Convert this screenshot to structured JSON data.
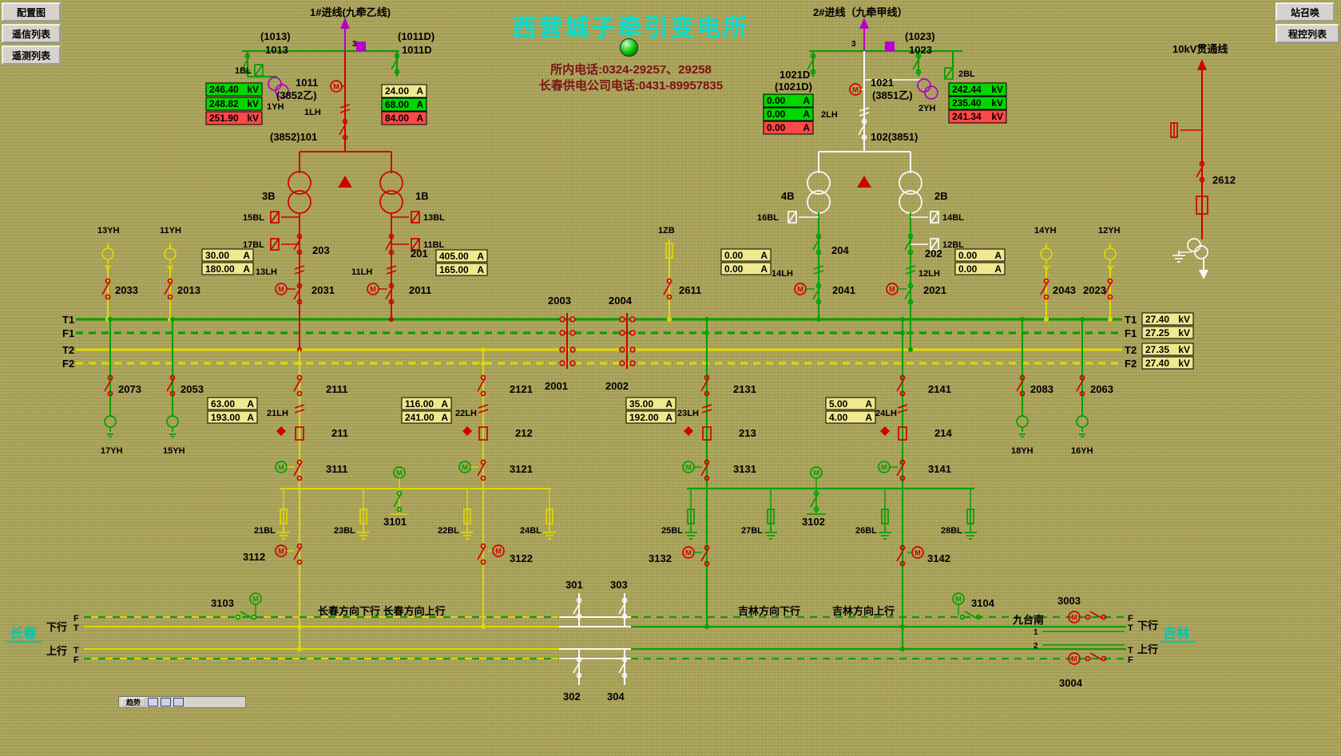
{
  "nav": {
    "config": "配置图",
    "telesignal_list": "遥信列表",
    "telemetry_list": "遥测列表",
    "station_call": "站召唤",
    "program_control_list": "程控列表",
    "trend": "趋势"
  },
  "header": {
    "title": "西营城子牵引变电所",
    "phone_internal": "所内电话:0324-29257、29258",
    "phone_company": "长春供电公司电话:0431-89957835"
  },
  "sym": {
    "m": "M"
  },
  "u": {
    "kv": "kV",
    "a": "A"
  },
  "in1": {
    "title": "1#进线(九牵乙线)",
    "num3": "3",
    "p1013": "(1013)",
    "n1013": "1013",
    "p1011d": "(1011D)",
    "n1011d": "1011D",
    "bl": "1BL",
    "yh": "1YH",
    "n1011": "1011",
    "p3852": "(3852乙)",
    "lh": "1LH",
    "brk": "(3852)101",
    "kv": [
      "246.40",
      "248.82",
      "251.90"
    ],
    "amp": [
      "24.00",
      "68.00",
      "84.00"
    ]
  },
  "in2": {
    "title": "2#进线（九牵甲线）",
    "num3": "3",
    "n1021d": "1021D",
    "p1021d": "(1021D)",
    "p1023": "(1023)",
    "n1023": "1023",
    "bl": "2BL",
    "yh": "2YH",
    "n1021": "1021",
    "p3851": "(3851乙)",
    "lh": "2LH",
    "brk": "102(3851)",
    "amp": [
      "0.00",
      "0.00",
      "0.00"
    ],
    "kv": [
      "242.44",
      "235.40",
      "241.34"
    ]
  },
  "tr1": {
    "t3b": "3B",
    "t1b": "1B",
    "bl15": "15BL",
    "bl17": "17BL",
    "bl13": "13BL",
    "bl11": "11BL",
    "b203": "203",
    "b201": "201",
    "amps203": [
      "30.00",
      "180.00"
    ],
    "lh13": "13LH",
    "amps201": [
      "405.00",
      "165.00"
    ],
    "lh11": "11LH",
    "d2031": "2031",
    "d2011": "2011",
    "yh13": "13YH",
    "yh11": "11YH",
    "d2033": "2033",
    "d2013": "2013"
  },
  "tr2": {
    "t4b": "4B",
    "t2b": "2B",
    "bl16": "16BL",
    "bl14": "14BL",
    "bl12": "12BL",
    "b204": "204",
    "b202": "202",
    "amps204": [
      "0.00",
      "0.00"
    ],
    "lh14": "14LH",
    "amps202": [
      "0.00",
      "0.00"
    ],
    "lh12": "12LH",
    "d2041": "2041",
    "d2021": "2021",
    "yh14": "14YH",
    "yh12": "12YH",
    "d2043": "2043",
    "d2023": "2023",
    "zb": "1ZB",
    "d2611": "2611"
  },
  "tenkv": {
    "title": "10kV贯通线",
    "d2612": "2612"
  },
  "bus": {
    "t1": "T1",
    "f1": "F1",
    "t2": "T2",
    "f2": "F2",
    "kv": [
      "27.40",
      "27.25",
      "27.35",
      "27.40"
    ],
    "d2003": "2003",
    "d2004": "2004",
    "d2001": "2001",
    "d2002": "2002"
  },
  "fd": {
    "d2073": "2073",
    "d2053": "2053",
    "yh17": "17YH",
    "yh15": "15YH",
    "d2083": "2083",
    "d2063": "2063",
    "yh18": "18YH",
    "yh16": "16YH",
    "f211": {
      "d": "2111",
      "amps": [
        "63.00",
        "193.00"
      ],
      "lh": "21LH",
      "b": "211",
      "iso": "3111"
    },
    "f212": {
      "d": "2121",
      "amps": [
        "116.00",
        "241.00"
      ],
      "lh": "22LH",
      "b": "212",
      "iso": "3121"
    },
    "f213": {
      "d": "2131",
      "amps": [
        "35.00",
        "192.00"
      ],
      "lh": "23LH",
      "b": "213",
      "iso": "3131"
    },
    "f214": {
      "d": "2141",
      "amps": [
        "5.00",
        "4.00"
      ],
      "lh": "24LH",
      "b": "214",
      "iso": "3141"
    },
    "tie3101": "3101",
    "tie3102": "3102",
    "bl21": "21BL",
    "bl23": "23BL",
    "bl22": "22BL",
    "bl24": "24BL",
    "bl25": "25BL",
    "bl27": "27BL",
    "bl26": "26BL",
    "bl28": "28BL",
    "d3112": "3112",
    "d3122": "3122",
    "d3132": "3132",
    "d3142": "3142"
  },
  "trk": {
    "d3103": "3103",
    "d3104": "3104",
    "s301": "301",
    "s303": "303",
    "s302": "302",
    "s304": "304",
    "d3003": "3003",
    "d3004": "3004",
    "cc": "长春方向下行 长春方向上行",
    "jl_down": "吉林方向下行",
    "jl_up": "吉林方向上行",
    "jtn": "九台南",
    "city_l": "长春",
    "city_r": "吉林",
    "down": "下行",
    "up": "上行",
    "f": "F",
    "t": "T",
    "n1": "1",
    "n2": "2"
  }
}
